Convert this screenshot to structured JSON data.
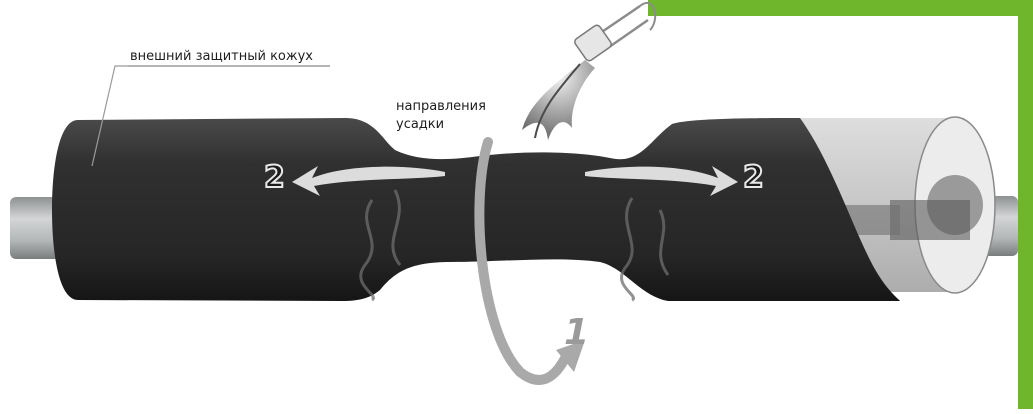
{
  "labels": {
    "outer_shell": "внешний защитный кожух",
    "shrink_direction_line1": "направления",
    "shrink_direction_line2": "усадки"
  },
  "markers": {
    "left_direction": "2",
    "right_direction": "2",
    "rotation": "1"
  },
  "colors": {
    "sleeve": "#2b2b2b",
    "pipe": "#b9bcbd",
    "arrow": "#dcdcdc",
    "rotation_arrow": "#a9a9a9",
    "accent_green": "#6fb62c"
  }
}
